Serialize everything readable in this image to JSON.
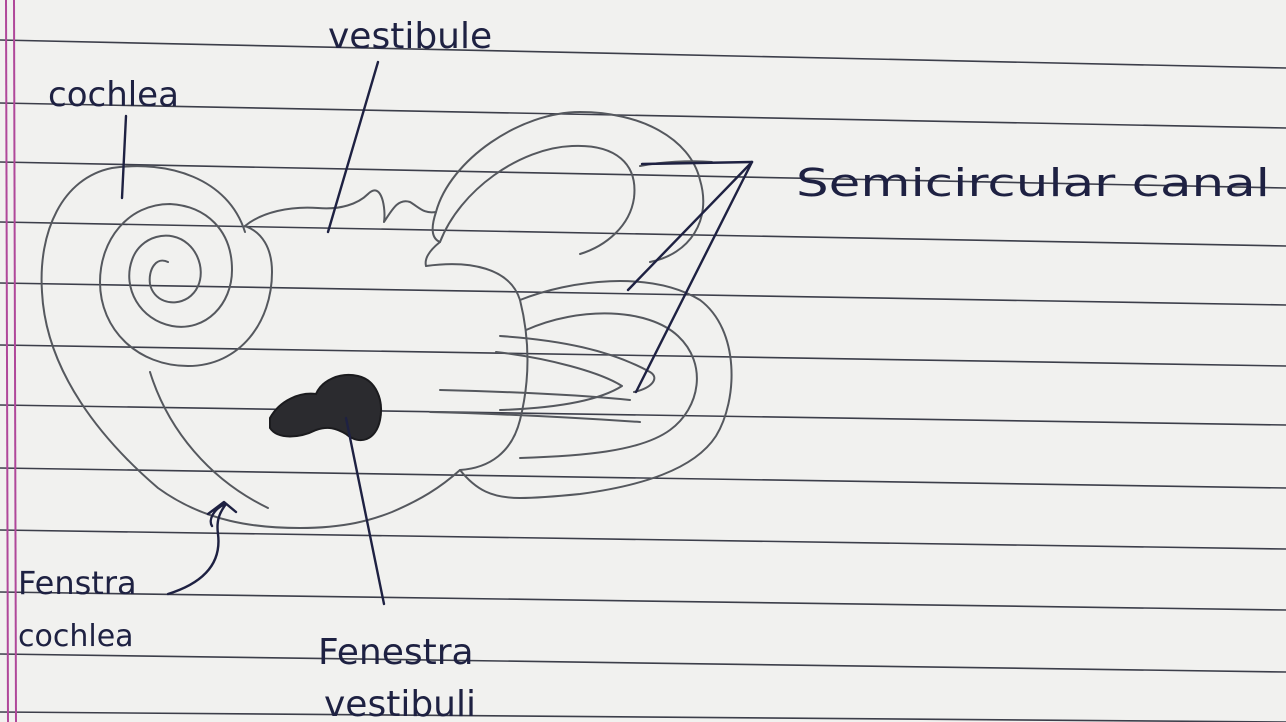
{
  "labels": {
    "vestibule": "vestibule",
    "cochlea": "cochlea",
    "semicircular_canal": "Semicircular canal",
    "fenestra_cochlea_line1": "Fenstra",
    "fenestra_cochlea_line2": "cochlea",
    "fenestra_vestibuli_line1": "Fenestra",
    "fenestra_vestibuli_line2": "vestibuli"
  },
  "colors": {
    "paper": "#f1f1ef",
    "ruled_line": "#3c3e4a",
    "margin_line": "#b0489a",
    "pencil": "#55585e",
    "pen_ink": "#1e2142",
    "window_fill": "#2b2b2f"
  }
}
